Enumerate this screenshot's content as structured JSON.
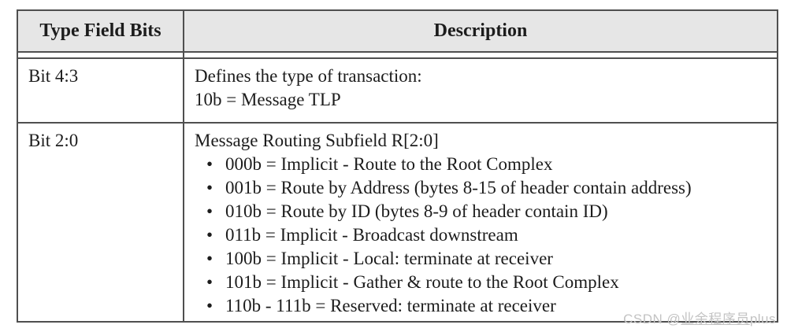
{
  "table": {
    "headers": [
      "Type Field Bits",
      "Description"
    ],
    "rows": [
      {
        "field": "Bit 4:3",
        "description_lines": [
          "Defines the type of transaction:",
          "10b = Message TLP"
        ]
      },
      {
        "field": "Bit 2:0",
        "intro": "Message Routing Subfield R[2:0]",
        "bullets": [
          "000b = Implicit - Route to the Root Complex",
          "001b = Route by Address (bytes 8-15 of header contain address)",
          "010b = Route by ID (bytes 8-9 of header contain ID)",
          "011b = Implicit - Broadcast downstream",
          "100b = Implicit - Local: terminate at receiver",
          "101b = Implicit - Gather & route to the Root Complex",
          "110b - 111b = Reserved: terminate at receiver"
        ]
      }
    ]
  },
  "watermark": {
    "prefix": "CSDN @",
    "underlined": "业余程序员",
    "suffix": "plus",
    "color": "#c3c3c3"
  },
  "colors": {
    "border": "#4f4f4f",
    "header_bg": "#e6e6e6",
    "text": "#1c1c1c",
    "background": "#ffffff"
  }
}
